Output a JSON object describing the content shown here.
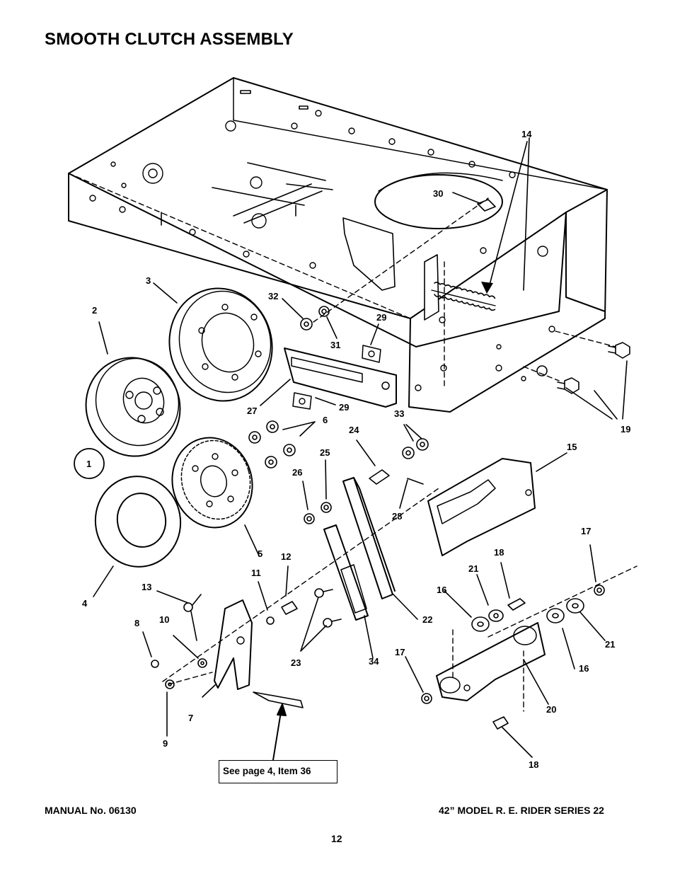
{
  "title": "SMOOTH CLUTCH ASSEMBLY",
  "footer": {
    "manual": "MANUAL No. 06130",
    "model": "42” MODEL R. E. RIDER SERIES 22",
    "page": "12"
  },
  "callout_ref": "See page 4, Item 36",
  "circled_label": "1",
  "labels": {
    "l2": "2",
    "l3": "3",
    "l4": "4",
    "l5": "5",
    "l6": "6",
    "l7": "7",
    "l8": "8",
    "l9": "9",
    "l10": "10",
    "l11": "11",
    "l12": "12",
    "l13": "13",
    "l14": "14",
    "l15": "15",
    "l16a": "16",
    "l16b": "16",
    "l17a": "17",
    "l17b": "17",
    "l18a": "18",
    "l18b": "18",
    "l19": "19",
    "l20": "20",
    "l21a": "21",
    "l21b": "21",
    "l22": "22",
    "l23": "23",
    "l24": "24",
    "l25": "25",
    "l26": "26",
    "l27": "27",
    "l28": "28",
    "l29a": "29",
    "l29b": "29",
    "l30": "30",
    "l31": "31",
    "l32": "32",
    "l33": "33",
    "l34": "34"
  }
}
